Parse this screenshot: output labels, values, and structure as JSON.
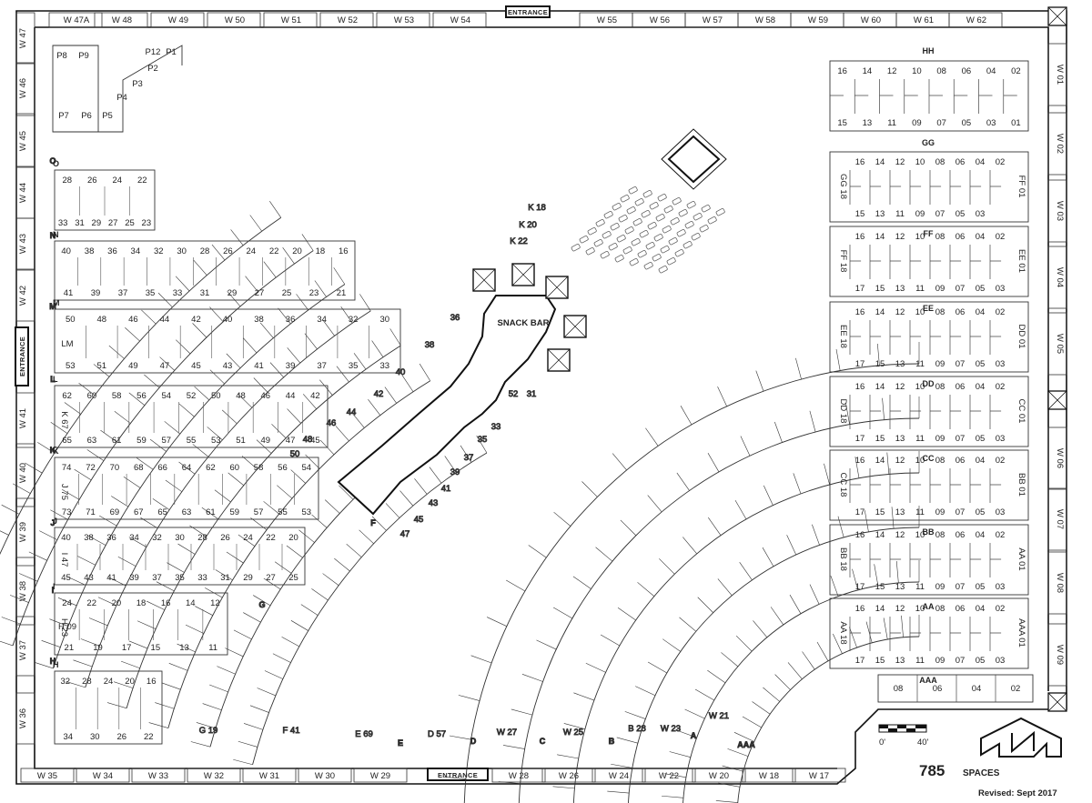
{
  "map": {
    "entrances": [
      "ENTRANCE",
      "ENTRANCE",
      "ENTRANCE"
    ],
    "snack_bar": "SNACK BAR",
    "total_spaces": "785",
    "spaces_label": "SPACES",
    "revised": "Revised:  Sept 2017",
    "scale": {
      "start": "0'",
      "end": "40'"
    },
    "north_logo": "north-arrow-logo",
    "border_top": [
      "W 47A",
      "W 48",
      "W 49",
      "W 50",
      "W 51",
      "W 52",
      "W 53",
      "W 54",
      "W 55",
      "W 56",
      "W 57",
      "W 58",
      "W 59",
      "W 60",
      "W 61",
      "W 62"
    ],
    "border_bottom": [
      "W 35",
      "W 34",
      "W 33",
      "W 32",
      "W 31",
      "W 30",
      "W 29",
      "W 28",
      "W 26",
      "W 24",
      "W 22",
      "W 20",
      "W 18",
      "W 17"
    ],
    "border_left": [
      "W 47",
      "W 46",
      "W 45",
      "W 44",
      "W 43",
      "W 42",
      "W 41",
      "W 40",
      "W 39",
      "W 38",
      "W 37",
      "W 36"
    ],
    "border_right": [
      "W 01",
      "W 02",
      "W 03",
      "W 04",
      "W 05",
      "W 06",
      "W 07",
      "W 08",
      "W 09"
    ],
    "right_blocks": [
      {
        "row_top": "HH",
        "row_bottom": "GG",
        "top": [
          "16",
          "14",
          "12",
          "10",
          "08",
          "06",
          "04",
          "02"
        ],
        "bottom": [
          "15",
          "13",
          "11",
          "09",
          "07",
          "05",
          "03",
          "01"
        ],
        "left_end": "",
        "right_end": ""
      },
      {
        "row_top": "",
        "row_bottom": "FF",
        "top": [
          "16",
          "14",
          "12",
          "10",
          "08",
          "06",
          "04",
          "02"
        ],
        "bottom": [
          "15",
          "13",
          "11",
          "09",
          "07",
          "05",
          "03"
        ],
        "left_end": "GG 18",
        "right_end": "FF 01"
      },
      {
        "row_top": "",
        "row_bottom": "EE",
        "top": [
          "16",
          "14",
          "12",
          "10",
          "08",
          "06",
          "04",
          "02"
        ],
        "bottom": [
          "17",
          "15",
          "13",
          "11",
          "09",
          "07",
          "05",
          "03"
        ],
        "left_end": "FF 18",
        "right_end": "EE 01"
      },
      {
        "row_top": "",
        "row_bottom": "DD",
        "top": [
          "16",
          "14",
          "12",
          "10",
          "08",
          "06",
          "04",
          "02"
        ],
        "bottom": [
          "17",
          "15",
          "13",
          "11",
          "09",
          "07",
          "05",
          "03"
        ],
        "left_end": "EE 18",
        "right_end": "DD 01"
      },
      {
        "row_top": "",
        "row_bottom": "CC",
        "top": [
          "16",
          "14",
          "12",
          "10",
          "08",
          "06",
          "04",
          "02"
        ],
        "bottom": [
          "17",
          "15",
          "13",
          "11",
          "09",
          "07",
          "05",
          "03"
        ],
        "left_end": "DD 18",
        "right_end": "CC 01"
      },
      {
        "row_top": "",
        "row_bottom": "BB",
        "top": [
          "16",
          "14",
          "12",
          "10",
          "08",
          "06",
          "04",
          "02"
        ],
        "bottom": [
          "17",
          "15",
          "13",
          "11",
          "09",
          "07",
          "05",
          "03"
        ],
        "left_end": "CC 18",
        "right_end": "BB 01"
      },
      {
        "row_top": "",
        "row_bottom": "AA",
        "top": [
          "16",
          "14",
          "12",
          "10",
          "08",
          "06",
          "04",
          "02"
        ],
        "bottom": [
          "17",
          "15",
          "13",
          "11",
          "09",
          "07",
          "05",
          "03"
        ],
        "left_end": "BB 18",
        "right_end": "AA 01"
      },
      {
        "row_top": "",
        "row_bottom": "AAA",
        "top": [
          "16",
          "14",
          "12",
          "10",
          "08",
          "06",
          "04",
          "02"
        ],
        "bottom": [
          "17",
          "15",
          "13",
          "11",
          "09",
          "07",
          "05",
          "03"
        ],
        "left_end": "AA 18",
        "right_end": "AAA 01"
      }
    ],
    "aaa_bottom_row": [
      "08",
      "06",
      "04",
      "02"
    ],
    "left_blocks": [
      {
        "top": [
          "28",
          "26",
          "24",
          "22"
        ],
        "bottom": [
          "33",
          "31",
          "29",
          "27",
          "25",
          "23"
        ],
        "row": "O"
      },
      {
        "top": [
          "40",
          "38",
          "36",
          "34",
          "32",
          "30",
          "28",
          "26",
          "24",
          "22",
          "20",
          "18",
          "16"
        ],
        "bottom": [
          "41",
          "39",
          "37",
          "35",
          "33",
          "31",
          "29",
          "27",
          "25",
          "23",
          "21"
        ],
        "row": "N"
      },
      {
        "top": [
          "50",
          "48",
          "46",
          "44",
          "42",
          "40",
          "38",
          "36",
          "34",
          "32",
          "30"
        ],
        "bottom": [
          "53",
          "51",
          "49",
          "47",
          "45",
          "43",
          "41",
          "39",
          "37",
          "35",
          "33"
        ],
        "row": "M",
        "extra": "LM"
      },
      {
        "top": [
          "62",
          "60",
          "58",
          "56",
          "54",
          "52",
          "50",
          "48",
          "46",
          "44",
          "42"
        ],
        "bottom": [
          "65",
          "63",
          "61",
          "59",
          "57",
          "55",
          "53",
          "51",
          "49",
          "47",
          "45"
        ],
        "row": "L",
        "end": "K 67"
      },
      {
        "top": [
          "74",
          "72",
          "70",
          "68",
          "66",
          "64",
          "62",
          "60",
          "58",
          "56",
          "54"
        ],
        "bottom": [
          "73",
          "71",
          "69",
          "67",
          "65",
          "63",
          "61",
          "59",
          "57",
          "55",
          "53"
        ],
        "row": "K",
        "end": "J 75"
      },
      {
        "top": [
          "40",
          "38",
          "36",
          "34",
          "32",
          "30",
          "28",
          "26",
          "24",
          "22",
          "20"
        ],
        "bottom": [
          "45",
          "43",
          "41",
          "39",
          "37",
          "35",
          "33",
          "31",
          "29",
          "27",
          "25"
        ],
        "row": "J",
        "end": "I 47"
      },
      {
        "top": [
          "24",
          "22",
          "20",
          "18",
          "16",
          "14",
          "12"
        ],
        "bottom": [
          "21",
          "19",
          "17",
          "15",
          "13",
          "11"
        ],
        "row": "I",
        "end": "H 23",
        "extra": "H 09"
      },
      {
        "top": [
          "32",
          "28",
          "24",
          "20",
          "16"
        ],
        "bottom": [
          "34",
          "30",
          "26",
          "22"
        ],
        "row": "H"
      }
    ],
    "top_left_p": [
      "P8",
      "P9",
      "P7",
      "P6",
      "P5",
      "P4",
      "P3",
      "P2",
      "P1",
      "P12"
    ],
    "corner_row_labels": [
      "O",
      "N",
      "M",
      "L",
      "K",
      "J",
      "I",
      "H",
      "G",
      "F",
      "E",
      "D",
      "C",
      "B",
      "A",
      "AAA"
    ],
    "bottom_ends": [
      "G 19",
      "F 41",
      "E 69",
      "D 57",
      "W 27",
      "W 25",
      "B 28",
      "W 23",
      "W 21"
    ],
    "k_labels": [
      "K 18",
      "K 20",
      "K 22"
    ],
    "misc_numbers": [
      "36",
      "38",
      "40",
      "42",
      "44",
      "46",
      "48",
      "50",
      "52",
      "31",
      "33",
      "35",
      "37",
      "39",
      "41",
      "43",
      "45",
      "47"
    ]
  }
}
